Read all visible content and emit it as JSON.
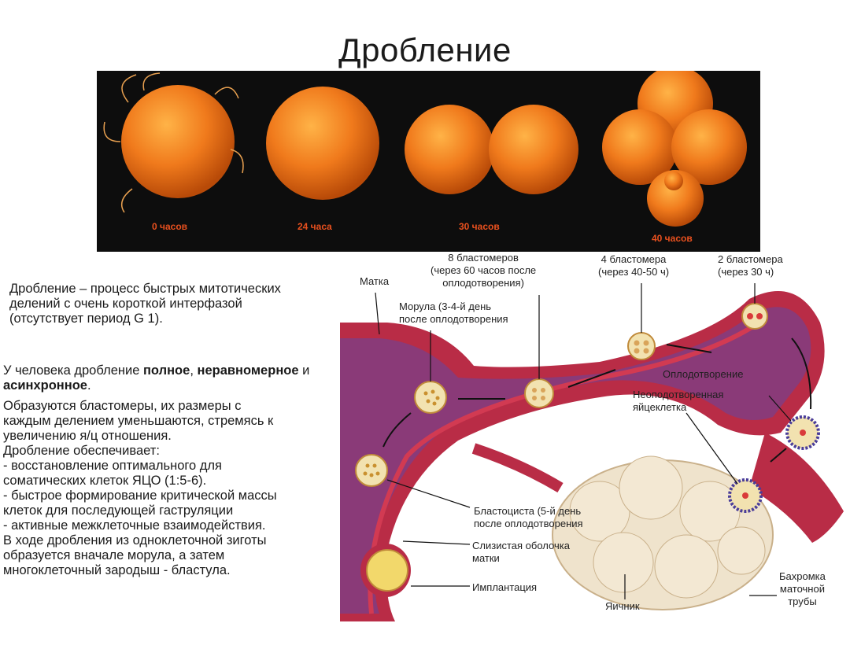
{
  "title": "Дробление",
  "stages": [
    {
      "time": "0 часов"
    },
    {
      "time": "24 часа"
    },
    {
      "time": "30 часов"
    },
    {
      "time": "40 часов"
    }
  ],
  "definition": "Дробление – процесс быстрых митотических\nделений с очень короткой интерфазой\n(отсутствует период G 1).",
  "human": {
    "prefix": "У человека дробление ",
    "bold1": "полное",
    "sep1": ", ",
    "bold2": "неравномерное",
    "sep2": " и\n",
    "bold3": "асинхронное",
    "suffix": "."
  },
  "body_lines": "Образуются бластомеры,  их размеры с\nкаждым делением уменьшаются, стремясь к\nувеличению я/ц отношения.\nДробление обеспечивает:\n- восстановление оптимального для\nсоматических клеток ЯЦО (1:5-6).\n- быстрое формирование критической массы\n клеток для последующей гаструляции\n- активные межклеточные взаимодействия.\nВ ходе дробления из одноклеточной зиготы\nобразуется вначале морула, а затем\nмногоклеточный зародыш - бластула.",
  "labels": {
    "uterus": "Матка",
    "eight": "8 бластомеров\n(через 60 часов после\nоплодотворения)",
    "four": "4 бластомера\n(через 40-50 ч)",
    "two": "2 бластомера\n(через 30 ч)",
    "morula": "Морула (3-4-й день\nпосле оплодотворения",
    "fertilization": "Оплодотворение",
    "unfertilized": "Неоподотворенная\nяйцеклетка",
    "blastocyst": "Бластоциста (5-й день\nпосле оплодотворения",
    "mucosa": "Слизистая оболочка\nматки",
    "implantation": "Имплантация",
    "ovary": "Яичник",
    "fimbria": "Бахромка\nматочной\nтрубы"
  },
  "colors": {
    "cell_orange": "#f07a1c",
    "tube_purple": "#8a3a78",
    "tissue_red": "#c8283a",
    "ovary": "#efe3cc"
  }
}
